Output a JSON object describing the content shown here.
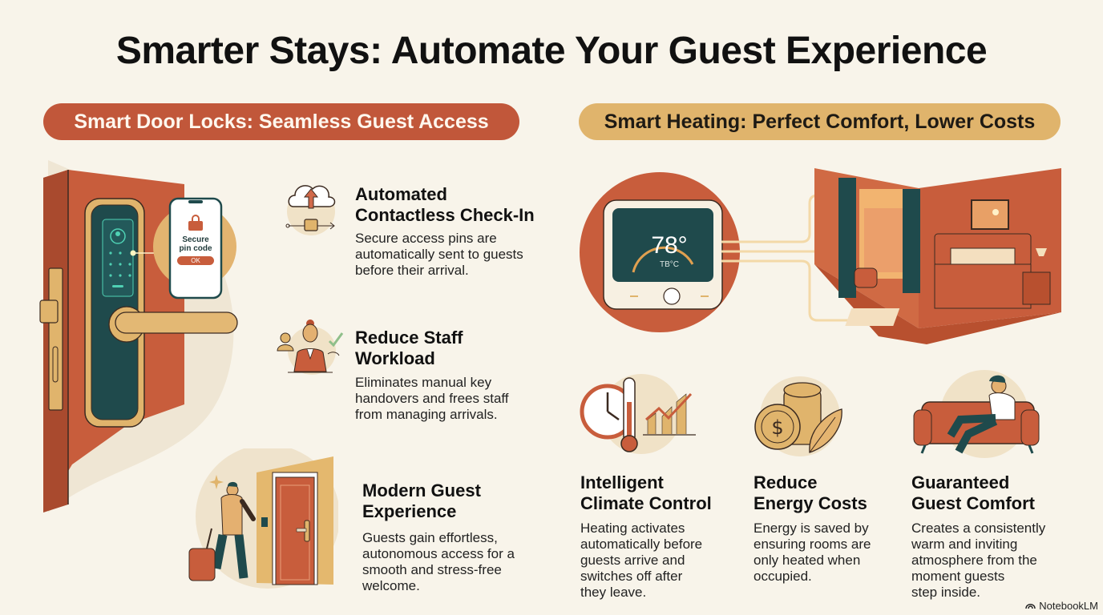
{
  "title": "Smarter Stays: Automate Your Guest Experience",
  "sections": {
    "left": {
      "pill": "Smart Door Locks: Seamless Guest Access",
      "phone": {
        "label_line1": "Secure",
        "label_line2": "pin code",
        "button": "OK"
      },
      "features": [
        {
          "icon": "cloud-upload-icon",
          "title_line1": "Automated",
          "title_line2": "Contactless Check-In",
          "desc": [
            "Secure access pins are",
            "automatically sent to guests",
            "before their arrival."
          ]
        },
        {
          "icon": "receptionist-icon",
          "title_line1": "Reduce Staff",
          "title_line2": "Workload",
          "desc": [
            "Eliminates manual key",
            "handovers and frees staff",
            "from managing arrivals."
          ]
        },
        {
          "icon": "guest-door-icon",
          "title_line1": "Modern Guest",
          "title_line2": "Experience",
          "desc": [
            "Guests gain effortless,",
            "autonomous access for a",
            "smooth and stress-free",
            "welcome."
          ]
        }
      ]
    },
    "right": {
      "pill": "Smart Heating: Perfect Comfort, Lower Costs",
      "thermostat": {
        "temperature": "78°",
        "unit_label": "TB°C"
      },
      "features": [
        {
          "icon": "clock-thermometer-chart-icon",
          "title_line1": "Intelligent",
          "title_line2": "Climate Control",
          "desc": [
            "Heating activates",
            "automatically before",
            "guests arrive and",
            "switches off after",
            "they leave."
          ]
        },
        {
          "icon": "coins-leaf-icon",
          "title_line1": "Reduce",
          "title_line2": "Energy Costs",
          "desc": [
            "Energy is saved by",
            "ensuring rooms are",
            "only heated when",
            "occupied."
          ]
        },
        {
          "icon": "relaxing-sofa-icon",
          "title_line1": "Guaranteed",
          "title_line2": "Guest Comfort",
          "desc": [
            "Creates a consistently",
            "warm and inviting",
            "atmosphere from the",
            "moment guests",
            "step inside."
          ]
        }
      ]
    }
  },
  "footer": {
    "brand": "NotebookLM"
  },
  "colors": {
    "background": "#f8f4ea",
    "terracotta": "#c1573a",
    "gold": "#e0b46c",
    "teal": "#1f4a4c",
    "mint": "#4fd1b4"
  }
}
